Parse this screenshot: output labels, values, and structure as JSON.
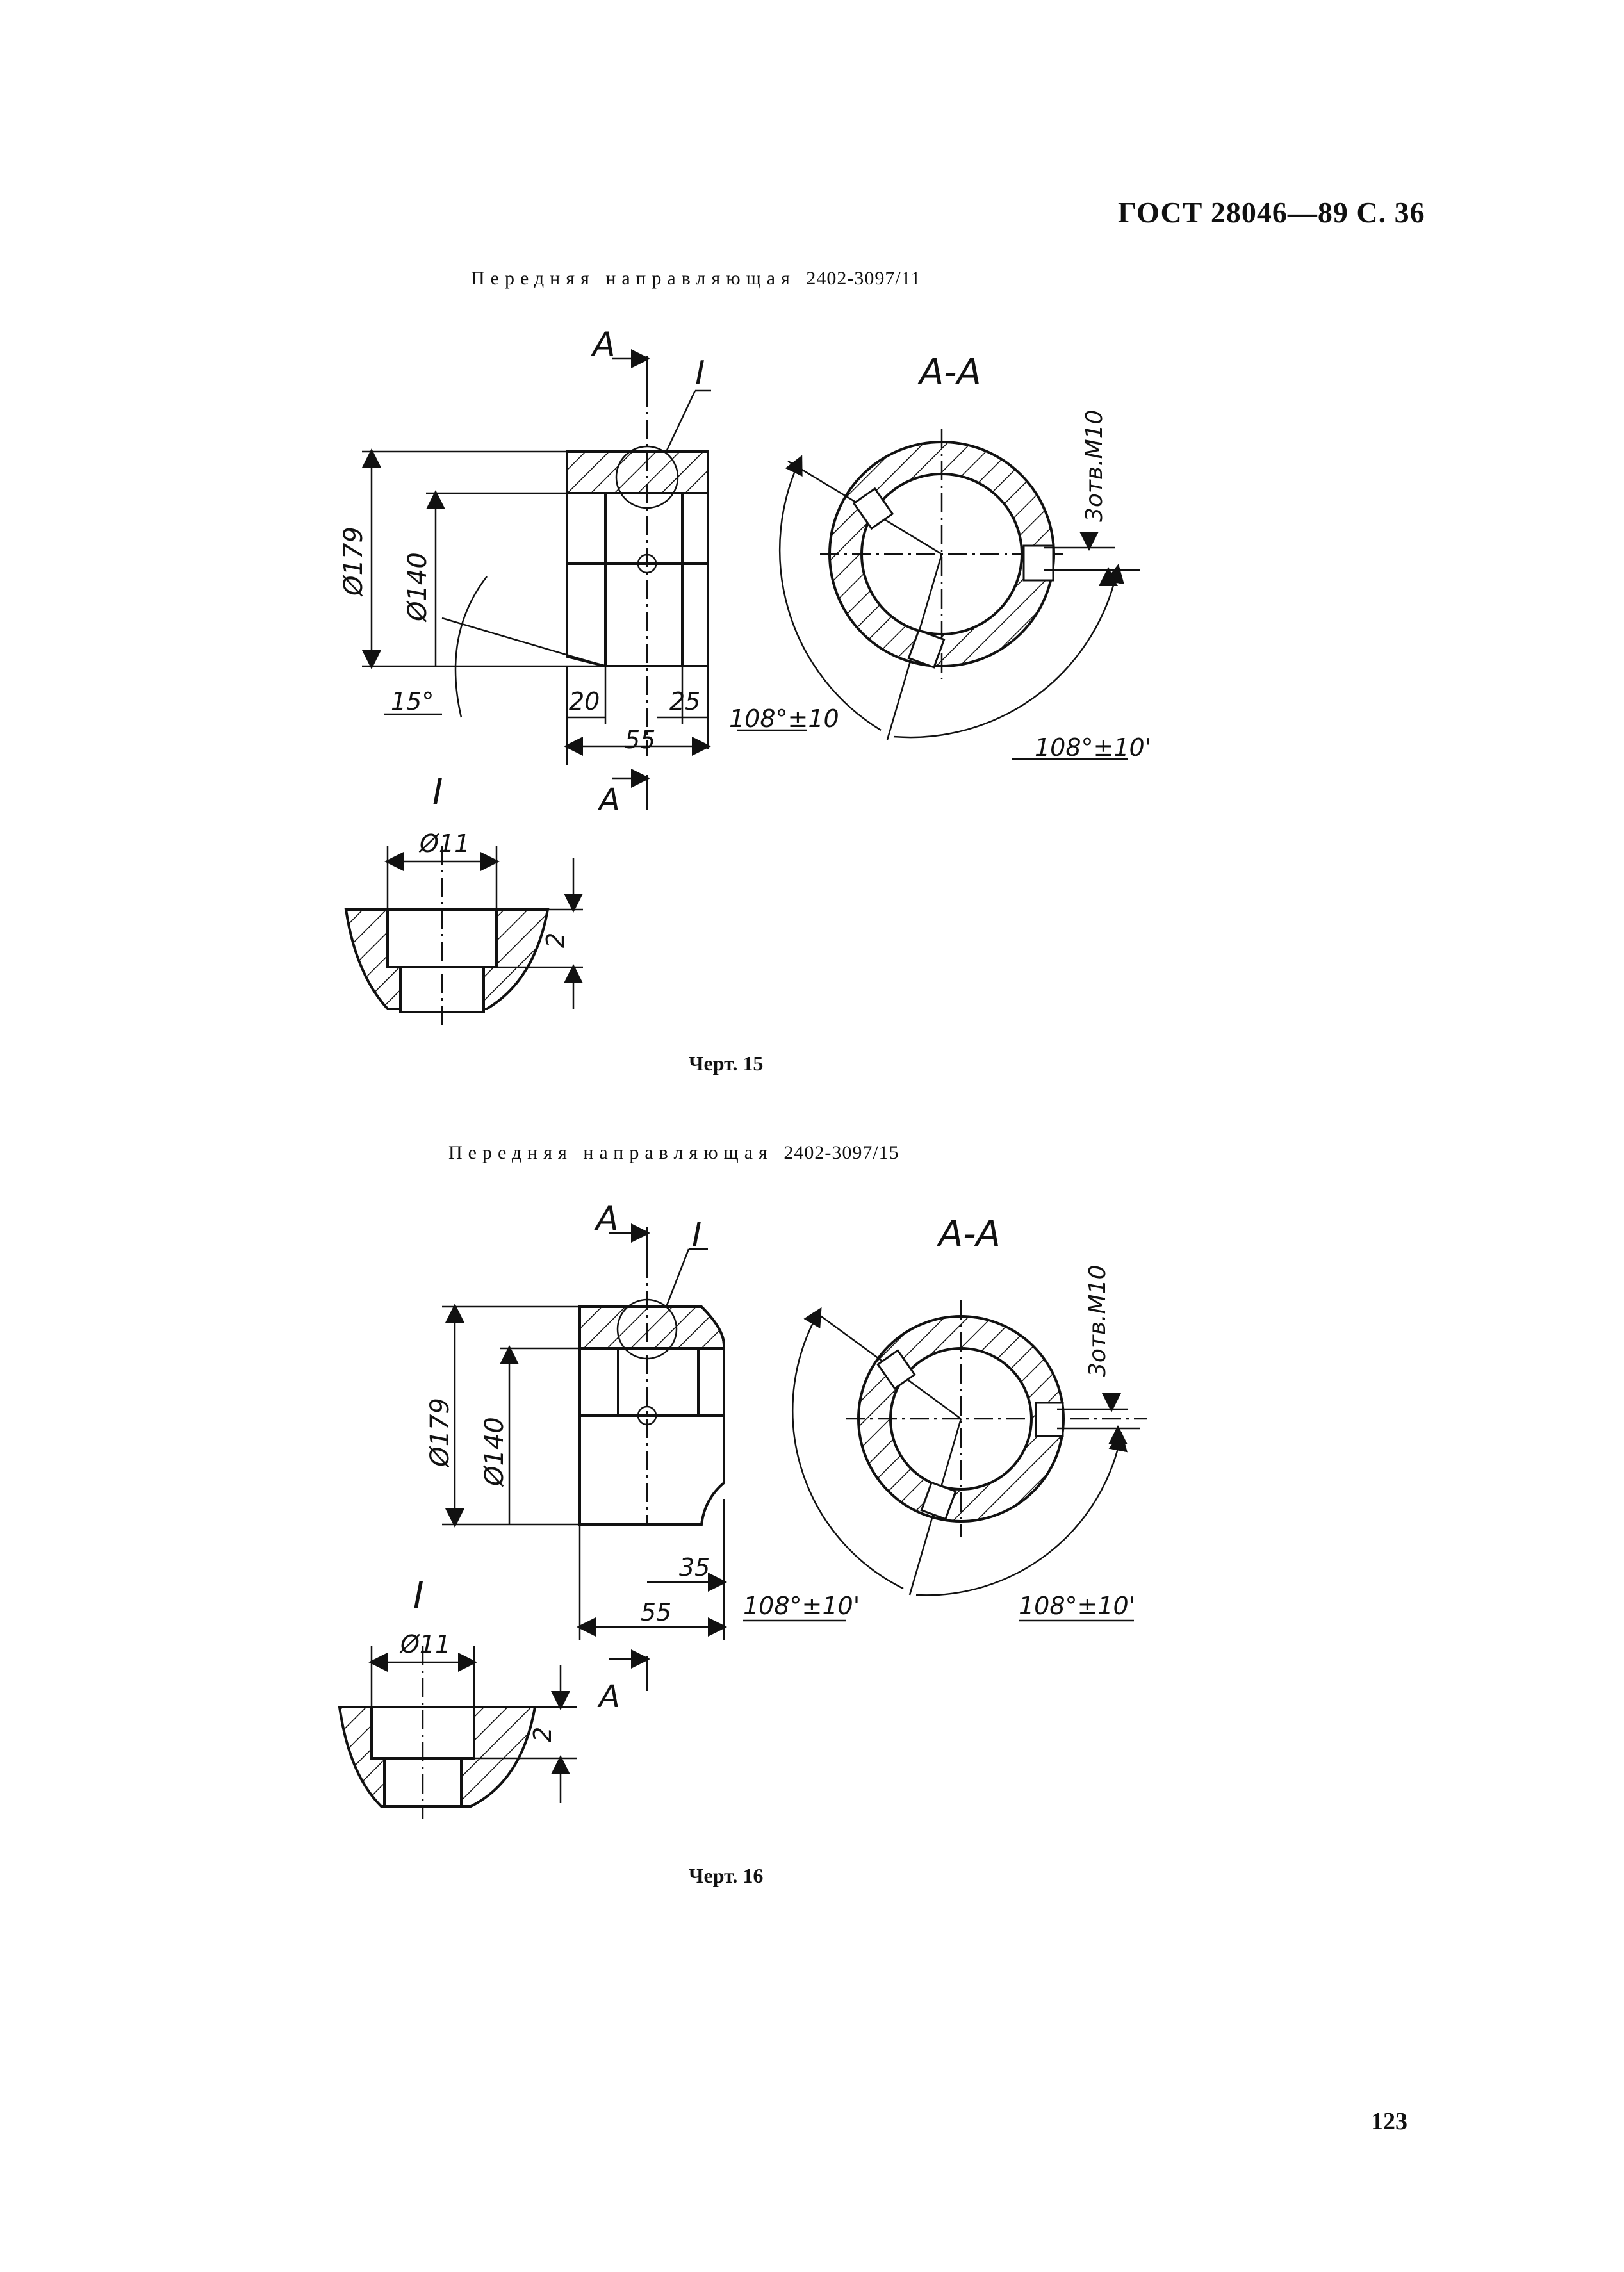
{
  "page": {
    "header": "ГОСТ 28046—89  С. 36",
    "page_number": "123"
  },
  "figure1": {
    "title": "Передняя направляющая",
    "code": "2402-3097/11",
    "caption": "Черт. 15",
    "labels": {
      "section_marker": "А",
      "section_marker_bottom": "А",
      "detail_marker": "I",
      "section_title": "А-А",
      "dia_outer": "Ø179",
      "dia_inner": "Ø140",
      "angle": "15°",
      "dim_20": "20",
      "dim_25": "25",
      "dim_55": "55",
      "angle_left": "108°±10",
      "angle_right": "108°±10'",
      "holes": "3отв.М10",
      "detail_title": "I",
      "detail_dia": "Ø11",
      "detail_depth": "2"
    }
  },
  "figure2": {
    "title": "Передняя направляющая",
    "code": "2402-3097/15",
    "caption": "Черт. 16",
    "labels": {
      "section_marker": "А",
      "section_marker_bottom": "А",
      "detail_marker": "I",
      "section_title": "А-А",
      "dia_outer": "Ø179",
      "dia_inner": "Ø140",
      "dim_35": "35",
      "dim_55": "55",
      "angle_left": "108°±10'",
      "angle_right": "108°±10'",
      "holes": "3отв.М10",
      "detail_title": "I",
      "detail_dia": "Ø11",
      "detail_depth": "2"
    }
  }
}
